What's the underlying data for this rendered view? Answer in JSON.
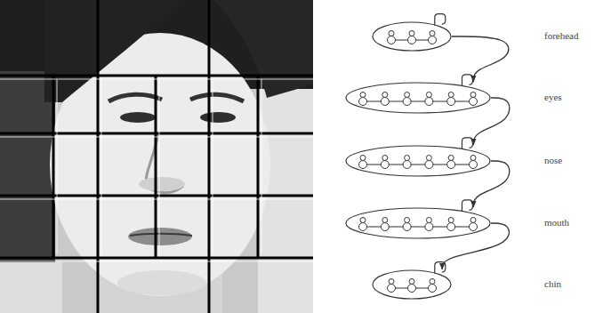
{
  "diagram": {
    "nodes": [
      {
        "text": [
          "forehead"
        ]
      },
      {
        "text": [
          "eyes"
        ]
      },
      {
        "text": [
          "nose"
        ]
      },
      {
        "text": [
          "mouth"
        ]
      },
      {
        "text": [
          "chin"
        ]
      }
    ],
    "edges": [
      {
        "from": 0,
        "to": 1,
        "arrow": "to"
      },
      {
        "from": 1,
        "to": 2,
        "arrow": "to"
      },
      {
        "from": 2,
        "to": 3,
        "arrow": "to"
      },
      {
        "from": 3,
        "to": 4,
        "arrow": "to"
      }
    ]
  }
}
